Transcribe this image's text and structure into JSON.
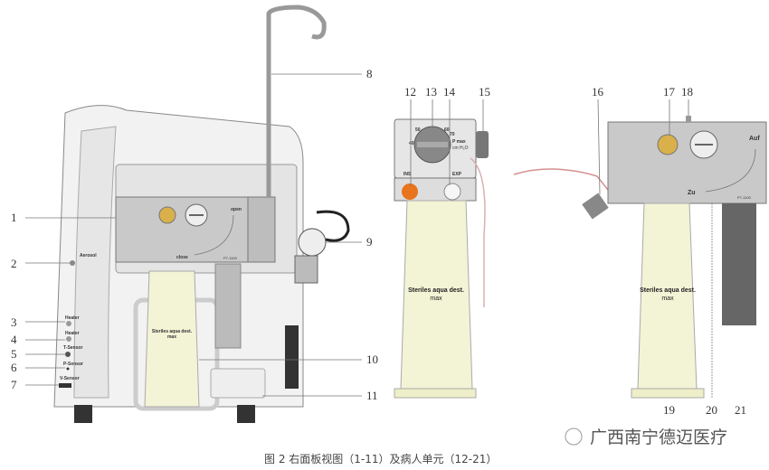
{
  "callouts_left": [
    "1",
    "2",
    "3",
    "4",
    "5",
    "6",
    "7",
    "8",
    "9",
    "10",
    "11"
  ],
  "callouts_mid": [
    "12",
    "13",
    "14",
    "15"
  ],
  "callouts_right": [
    "16",
    "17",
    "18",
    "19",
    "20",
    "21"
  ],
  "side_panel": {
    "aerosol": "Aerosol",
    "heater1": "Heater",
    "heater2": "Heater",
    "t_sensor": "T-Sensor",
    "p_sensor": "P-Sensor",
    "v_sensor": "V-Sensor"
  },
  "left_unit": {
    "open": "open",
    "close": "close",
    "model": "P7-1100"
  },
  "mid_unit": {
    "d50": "50",
    "d60": "60",
    "d40": "40",
    "d70": "70",
    "pmax": "P max",
    "unit": "cm H₂O",
    "ins": "INS",
    "exp": "EXP"
  },
  "right_unit": {
    "auf": "Auf",
    "zu": "Zu",
    "model": "P7-1100"
  },
  "bottle": {
    "line1": "Steriles aqua dest.",
    "line2": "max"
  },
  "caption": "图 2  右面板视图（1-11）及病人单元（12-21）",
  "watermark": "广西南宁德迈医疗",
  "colors": {
    "body": "#f2f2f2",
    "panel": "#c9c9c9",
    "bottle": "#f3f3d6",
    "orange": "#e8741e",
    "gold": "#d9b04a"
  }
}
